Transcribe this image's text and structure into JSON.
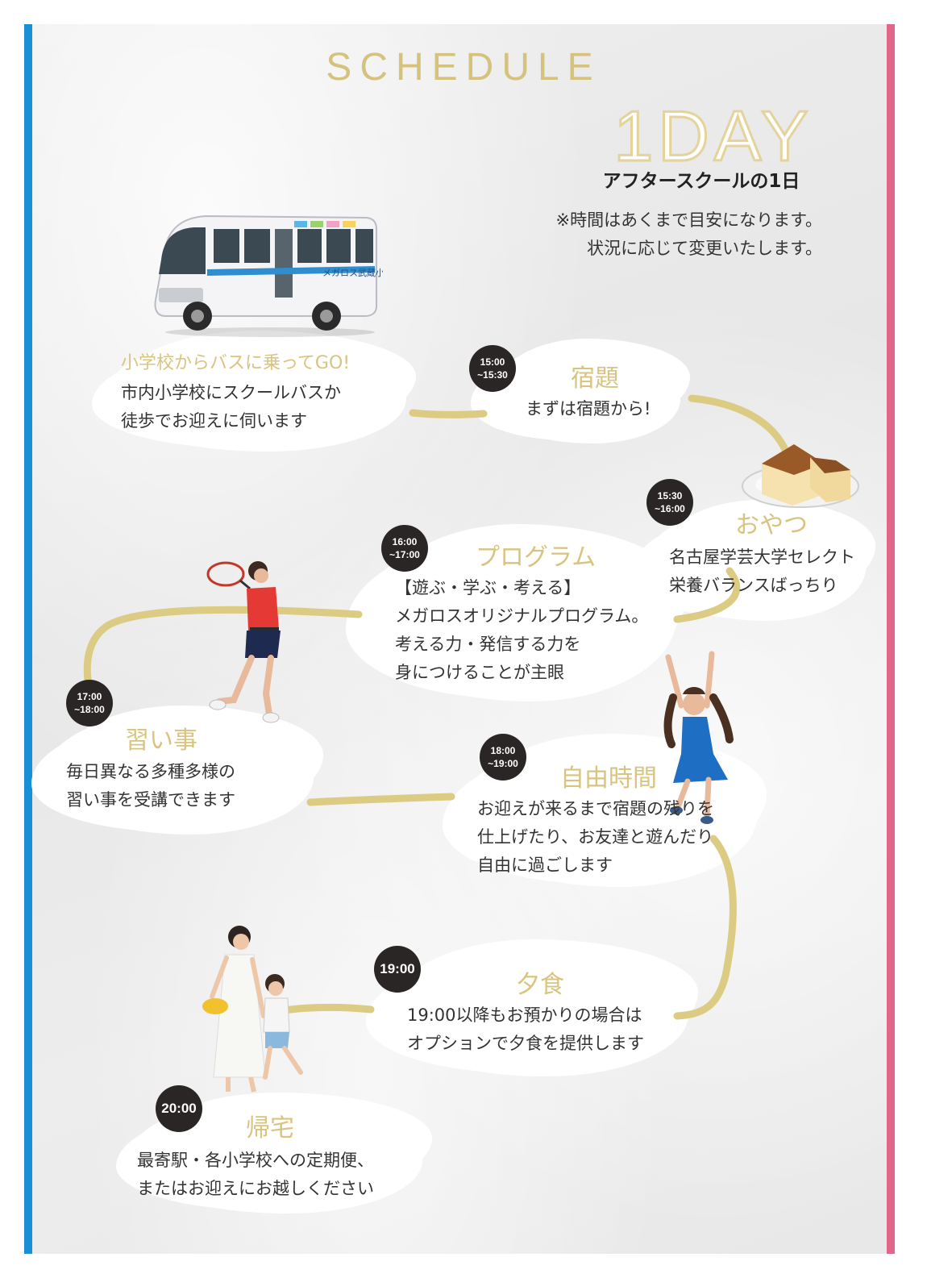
{
  "header": {
    "title": "SCHEDULE",
    "day_label": "1DAY",
    "subtitle": "アフタースクールの1日",
    "note": [
      "※時間はあくまで目安になります。",
      "状況に応じて変更いたします。"
    ]
  },
  "bus": {
    "side_text": "メガロス武蔵小金井",
    "headline": "小学校からバスに乗ってGO!",
    "lines": [
      "市内小学校にスクールバスか",
      "徒歩でお迎えに伺います"
    ]
  },
  "schedule": [
    {
      "time": [
        "15:00",
        "~15:30"
      ],
      "title": "宿題",
      "lines": [
        "まずは宿題から!"
      ]
    },
    {
      "time": [
        "15:30",
        "~16:00"
      ],
      "title": "おやつ",
      "lines": [
        "名古屋学芸大学セレクト",
        "栄養バランスばっちり"
      ]
    },
    {
      "time": [
        "16:00",
        "~17:00"
      ],
      "title": "プログラム",
      "lines": [
        "【遊ぶ・学ぶ・考える】",
        "メガロスオリジナルプログラム。",
        "考える力・発信する力を",
        "身につけることが主眼"
      ]
    },
    {
      "time": [
        "17:00",
        "~18:00"
      ],
      "title": "習い事",
      "lines": [
        "毎日異なる多種多様の",
        "習い事を受講できます"
      ]
    },
    {
      "time": [
        "18:00",
        "~19:00"
      ],
      "title": "自由時間",
      "lines": [
        "お迎えが来るまで宿題の残りを",
        "仕上げたり、お友達と遊んだり",
        "自由に過ごします"
      ]
    },
    {
      "time": [
        "19:00"
      ],
      "title": "夕食",
      "lines": [
        "19:00以降もお預かりの場合は",
        "オプションで夕食を提供します"
      ]
    },
    {
      "time": [
        "20:00"
      ],
      "title": "帰宅",
      "lines": [
        "最寄駅・各小学校への定期便、",
        "またはお迎えにお越しください"
      ]
    }
  ],
  "colors": {
    "accent": "#d5c27d",
    "left_bar": "#1b8fd6",
    "right_bar": "#e2668a",
    "badge": "#2b2626",
    "trail": "#dccb83"
  }
}
